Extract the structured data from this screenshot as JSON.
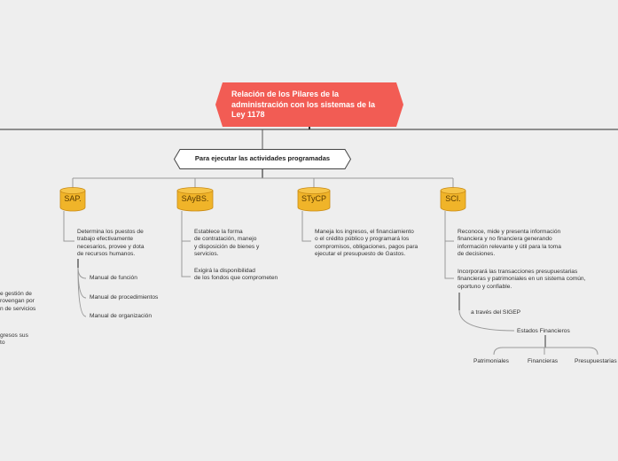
{
  "root": {
    "title": "Relación de los Pilares de la administración con los sistemas de la Ley 1178",
    "color": "#f25c54"
  },
  "subtopic": {
    "label": "Para ejecutar las actividades programadas"
  },
  "nodes": {
    "sap": {
      "label": "SAP.",
      "desc": [
        "Determina los puestos de",
        "trabajo efectivamente",
        "necesarios, provee y dota",
        "de recursos humanos."
      ],
      "children": [
        "Manual de función",
        "Manual de procedimientos",
        "Manual de organización"
      ]
    },
    "sabs": {
      "label": "SAyBS.",
      "desc1": [
        "Establece la forma",
        "de contratación, manejo",
        "y disposición de bienes y",
        "servicios."
      ],
      "desc2": [
        "Exigirá la disponibilidad",
        "de los fondos que comprometen"
      ]
    },
    "stcp": {
      "label": "STyCP",
      "desc": [
        "Maneja los ingresos, el financiamiento",
        "o el crédito público y programará los",
        "compromisos, obligaciones, pagos para",
        "ejecutar el presupuesto de Gastos."
      ]
    },
    "sci": {
      "label": "SCI.",
      "desc1": [
        "Reconoce, mide y presenta información",
        "financiera y no financiera generando",
        "información relevante y útil para la toma",
        "de decisiones."
      ],
      "desc2": [
        "Incorporará las transacciones presupuestarias",
        "financieras y patrimoniales en un sistema común,",
        "oportuno y confiable."
      ],
      "via": "a través del SIGEP",
      "estados": "Estados Financieros",
      "estados_children": [
        "Patrimoniales",
        "Financieras",
        "Presupuestarias"
      ]
    }
  },
  "left_fragments": {
    "a": [
      "e gestión de",
      "rovengan por",
      "n de servicios"
    ],
    "b": [
      "gresos sus",
      "to"
    ]
  },
  "colors": {
    "cylinder_fill": "#f0b429",
    "cylinder_dark": "#d9961a",
    "line": "#555555",
    "thin_line": "#999999"
  }
}
